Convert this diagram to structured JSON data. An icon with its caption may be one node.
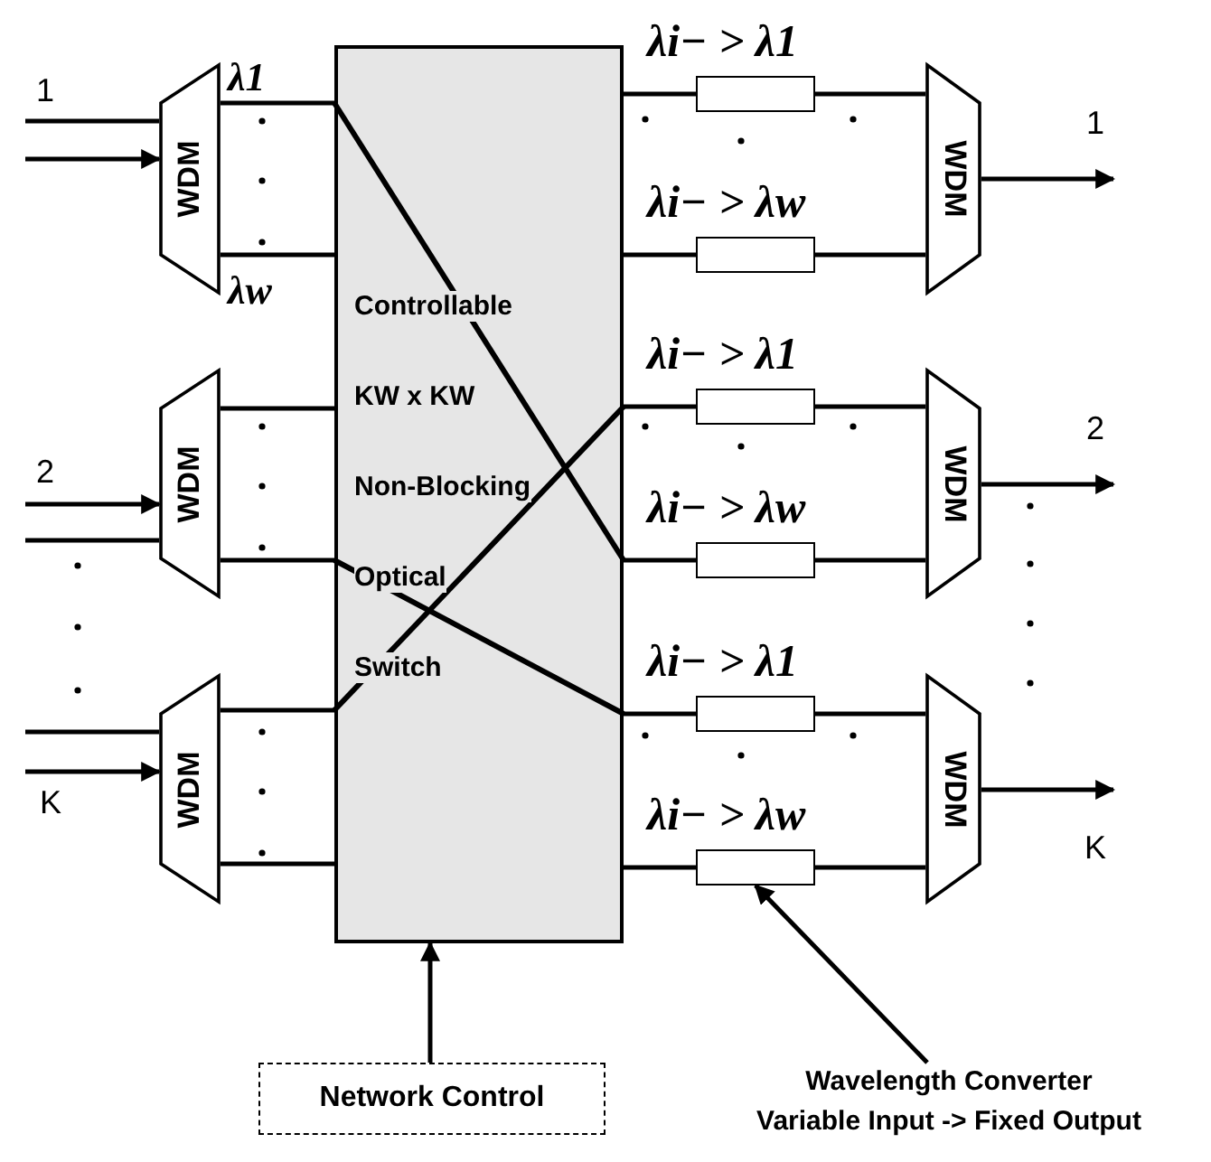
{
  "diagram": {
    "nodes": [
      {
        "text": [
          "WDM"
        ]
      },
      {
        "text": [
          "WDM"
        ]
      },
      {
        "text": [
          "WDM"
        ]
      },
      {
        "text": [
          "Controllable KW x KW Non-Blocking Optical Switch"
        ]
      },
      {
        "text": [],
        "shape": "box",
        "beside": [
          "λi− > λ1"
        ]
      },
      {
        "text": [],
        "shape": "box",
        "beside": [
          "λi− > λw"
        ]
      },
      {
        "text": [],
        "shape": "box",
        "beside": [
          "λi− > λ1"
        ]
      },
      {
        "text": [],
        "shape": "box",
        "beside": [
          "λi− > λw"
        ]
      },
      {
        "text": [],
        "shape": "box",
        "beside": [
          "λi− > λ1"
        ]
      },
      {
        "text": [],
        "shape": "box",
        "beside": [
          "λi− > λw"
        ]
      },
      {
        "text": [
          "WDM"
        ]
      },
      {
        "text": [
          "WDM"
        ]
      },
      {
        "text": [
          "WDM"
        ]
      },
      {
        "text": [
          "Network Control"
        ]
      },
      {
        "text": [
          "Wavelength Converter Variable Input -> Fixed Output"
        ]
      }
    ],
    "edges": [
      {
        "from": null,
        "to": 0,
        "arrow": "none"
      },
      {
        "from": null,
        "to": 0,
        "arrow": "to"
      },
      {
        "from": 0,
        "to": 3,
        "arrow": "none"
      },
      {
        "from": 0,
        "to": 3,
        "arrow": "none"
      },
      {
        "from": null,
        "to": 1,
        "arrow": "to"
      },
      {
        "from": null,
        "to": 1,
        "arrow": "none"
      },
      {
        "from": 1,
        "to": 3,
        "arrow": "none"
      },
      {
        "from": 1,
        "to": 3,
        "arrow": "none"
      },
      {
        "from": null,
        "to": 2,
        "arrow": "none"
      },
      {
        "from": null,
        "to": 2,
        "arrow": "to"
      },
      {
        "from": 2,
        "to": 3,
        "arrow": "none"
      },
      {
        "from": 2,
        "to": 3,
        "arrow": "none"
      },
      {
        "from": 3,
        "to": 4,
        "arrow": "none"
      },
      {
        "from": 3,
        "to": 5,
        "arrow": "none"
      },
      {
        "from": 3,
        "to": 6,
        "arrow": "none"
      },
      {
        "from": 3,
        "to": 7,
        "arrow": "none"
      },
      {
        "from": 3,
        "to": 8,
        "arrow": "none"
      },
      {
        "from": 3,
        "to": 9,
        "arrow": "none"
      },
      {
        "from": 4,
        "to": 10,
        "arrow": "none"
      },
      {
        "from": 5,
        "to": 10,
        "arrow": "none"
      },
      {
        "from": 6,
        "to": 11,
        "arrow": "none"
      },
      {
        "from": 7,
        "to": 11,
        "arrow": "none"
      },
      {
        "from": 8,
        "to": 12,
        "arrow": "none"
      },
      {
        "from": 9,
        "to": 12,
        "arrow": "none"
      },
      {
        "from": 10,
        "to": null,
        "arrow": "to"
      },
      {
        "from": 11,
        "to": null,
        "arrow": "to"
      },
      {
        "from": 12,
        "to": null,
        "arrow": "to"
      },
      {
        "from": 13,
        "to": 3,
        "arrow": "to"
      },
      {
        "from": 14,
        "to": 9,
        "arrow": "to"
      }
    ],
    "labels": [
      "1",
      "λ1",
      "λw",
      "2",
      "K",
      "1",
      "2",
      "K"
    ]
  }
}
